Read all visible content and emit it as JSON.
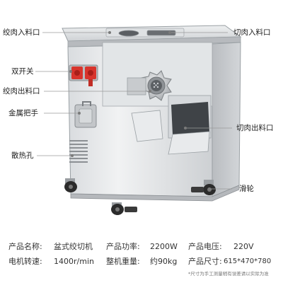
{
  "callouts": {
    "grinder_inlet": "绞肉入料口",
    "cutter_inlet": "切肉入料口",
    "dual_switch": "双开关",
    "grinder_outlet": "绞肉出料口",
    "metal_handle": "金属把手",
    "cutter_outlet": "切肉出料口",
    "vent_holes": "散热孔",
    "caster": "滑轮"
  },
  "specs": {
    "row1": {
      "name_label": "产品名称:",
      "name_value": "盆式绞切机",
      "power_label": "产品功率:",
      "power_value": "2200W",
      "voltage_label": "产品电压:",
      "voltage_value": "220V"
    },
    "row2": {
      "speed_label": "电机转速:",
      "speed_value": "1400r/min",
      "weight_label": "整机重量:",
      "weight_value": "约90kg",
      "size_label": "产品尺寸:",
      "size_value": "615*470*780"
    },
    "note": "*尺寸为手工测量稍有误差请以实际为准"
  },
  "colors": {
    "steel_light": "#e4e6e8",
    "steel_mid": "#c6c9cc",
    "steel_dark": "#8c9094",
    "switch_red": "#d8342c",
    "wheel": "#2b2b2b"
  }
}
